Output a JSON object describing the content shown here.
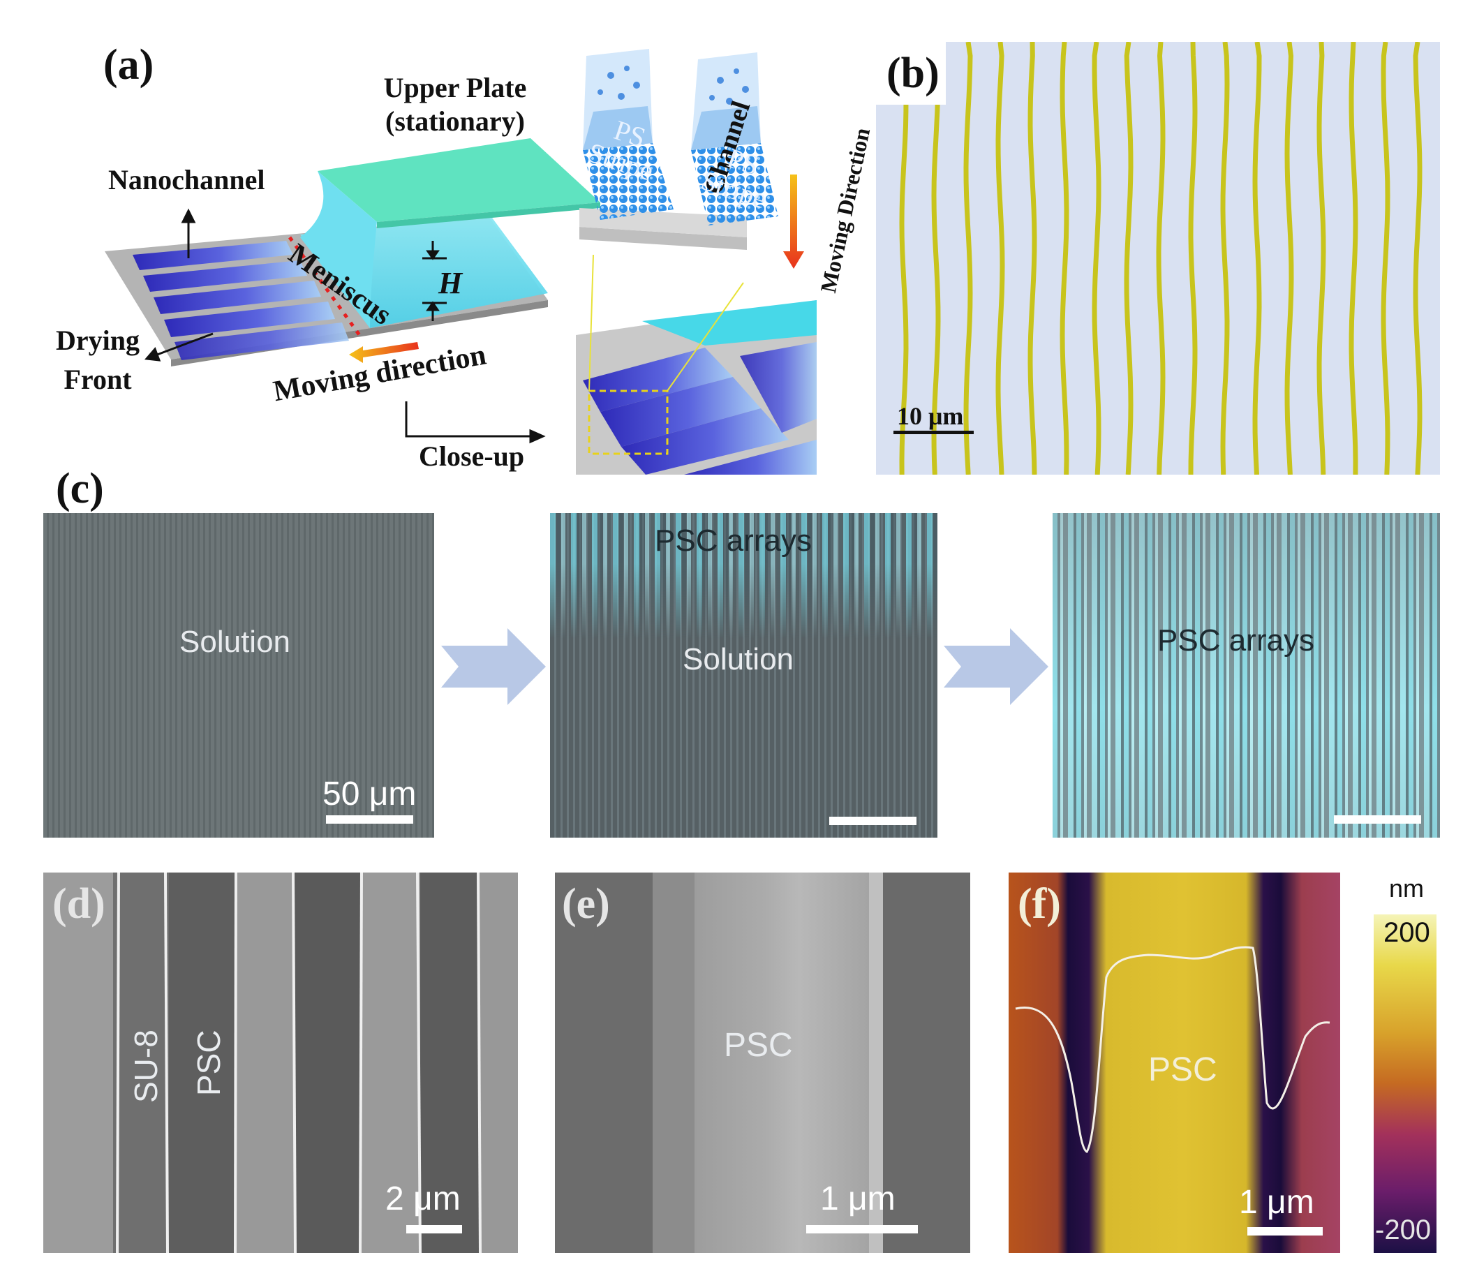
{
  "panel_labels": {
    "a": "(a)",
    "b": "(b)",
    "c": "(c)",
    "d": "(d)",
    "e": "(e)",
    "f": "(f)"
  },
  "panel_a": {
    "upper_plate_line1": "Upper Plate",
    "upper_plate_line2": "(stationary)",
    "nanochannel": "Nanochannel",
    "meniscus": "Meniscus",
    "h": "H",
    "drying_front_line1": "Drying",
    "drying_front_line2": "Front",
    "moving_direction": "Moving direction",
    "close_up": "Close-up",
    "ps_stripe_1a": "PS",
    "ps_stripe_1b": "Stripe",
    "channel": "Channel",
    "ps_stripe_2a": "PS",
    "ps_stripe_2b": "Stripe",
    "moving_direction_vert": "Moving Direction"
  },
  "panel_b": {
    "scale_bar": "10 μm"
  },
  "panel_c": {
    "img1_label": "Solution",
    "img1_scale": "50 μm",
    "img2_top": "PSC arrays",
    "img2_label": "Solution",
    "img3_label": "PSC arrays"
  },
  "panel_d": {
    "su8": "SU-8",
    "psc": "PSC",
    "scale": "2 μm"
  },
  "panel_e": {
    "psc": "PSC",
    "scale": "1 μm"
  },
  "panel_f": {
    "psc": "PSC",
    "scale": "1 μm"
  },
  "colorbar": {
    "unit": "nm",
    "max": "200",
    "min": "-200"
  },
  "colors": {
    "plate": "#5fe3c0",
    "meniscus": "#7fe9f3",
    "stripe_dark": "#3b34c9",
    "stripe_light": "#8fb6f5",
    "substrate": "#a9a9a9",
    "yellow_line": "#c9c21a",
    "arrow_light": "#b8c8e6",
    "afm_yellow": "#d6bb2c",
    "afm_dark": "#1a0c3a"
  }
}
